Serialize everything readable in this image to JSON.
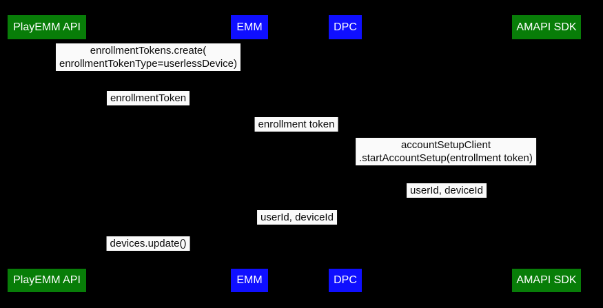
{
  "colors": {
    "background": "#000000",
    "actor_green": "#087d08",
    "actor_blue": "#0f0fff",
    "actor_text": "#ffffff",
    "label_background": "#fafafa",
    "label_text": "#0a0a0a"
  },
  "actors": [
    {
      "id": "playemm-api",
      "label": "PlayEMM API",
      "color": "#087d08"
    },
    {
      "id": "emm",
      "label": "EMM",
      "color": "#0f0fff"
    },
    {
      "id": "dpc",
      "label": "DPC",
      "color": "#0f0fff"
    },
    {
      "id": "amapi-sdk",
      "label": "AMAPI SDK",
      "color": "#087d08"
    }
  ],
  "messages": [
    {
      "lines": [
        "enrollmentTokens.create(",
        "enrollmentTokenType=userlessDevice)"
      ]
    },
    {
      "lines": [
        "enrollmentToken"
      ]
    },
    {
      "lines": [
        "enrollment token"
      ]
    },
    {
      "lines": [
        "accountSetupClient",
        ".startAccountSetup(entrollment token)"
      ]
    },
    {
      "lines": [
        "userId, deviceId"
      ]
    },
    {
      "lines": [
        "userId, deviceId"
      ]
    },
    {
      "lines": [
        "devices.update()"
      ]
    }
  ]
}
